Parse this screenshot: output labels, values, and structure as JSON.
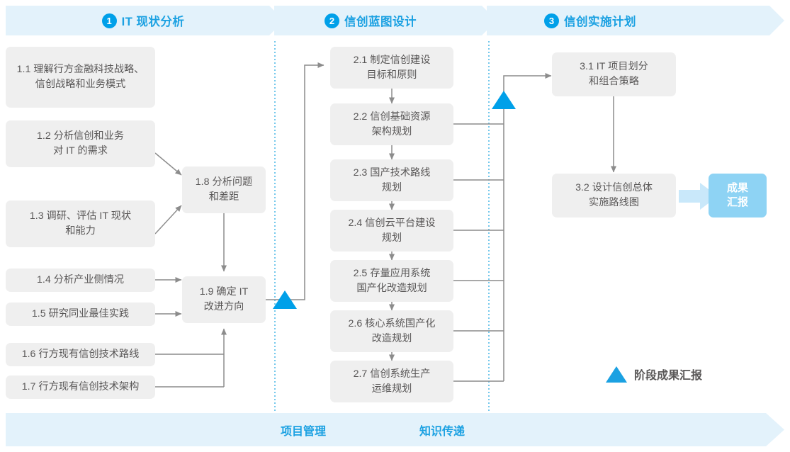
{
  "phases": [
    {
      "num": "1",
      "label": "IT 现状分析"
    },
    {
      "num": "2",
      "label": "信创蓝图设计"
    },
    {
      "num": "3",
      "label": "信创实施计划"
    }
  ],
  "phase1_nodes": [
    {
      "id": "1.1",
      "text": "1.1 理解行方金融科技战略、\n信创战略和业务模式"
    },
    {
      "id": "1.2",
      "text": "1.2 分析信创和业务\n对 IT 的需求"
    },
    {
      "id": "1.3",
      "text": "1.3 调研、评估 IT 现状\n和能力"
    },
    {
      "id": "1.4",
      "text": "1.4 分析产业侧情况"
    },
    {
      "id": "1.5",
      "text": "1.5 研究同业最佳实践"
    },
    {
      "id": "1.6",
      "text": "1.6 行方现有信创技术路线"
    },
    {
      "id": "1.7",
      "text": "1.7 行方现有信创技术架构"
    },
    {
      "id": "1.8",
      "text": "1.8 分析问题\n和差距"
    },
    {
      "id": "1.9",
      "text": "1.9 确定 IT\n改进方向"
    }
  ],
  "phase2_nodes": [
    {
      "id": "2.1",
      "text": "2.1 制定信创建设\n目标和原则"
    },
    {
      "id": "2.2",
      "text": "2.2 信创基础资源\n架构规划"
    },
    {
      "id": "2.3",
      "text": "2.3 国产技术路线\n规划"
    },
    {
      "id": "2.4",
      "text": "2.4 信创云平台建设\n规划"
    },
    {
      "id": "2.5",
      "text": "2.5 存量应用系统\n国产化改造规划"
    },
    {
      "id": "2.6",
      "text": "2.6 核心系统国产化\n改造规划"
    },
    {
      "id": "2.7",
      "text": "2.7 信创系统生产\n运维规划"
    }
  ],
  "phase3_nodes": [
    {
      "id": "3.1",
      "text": "3.1 IT 项目划分\n和组合策略"
    },
    {
      "id": "3.2",
      "text": "3.2 设计信创总体\n实施路线图"
    }
  ],
  "result": {
    "text": "成果\n汇报"
  },
  "legend": {
    "text": "阶段成果汇报"
  },
  "bottom_banner": [
    {
      "text": "项目管理"
    },
    {
      "text": "知识传递"
    }
  ],
  "colors": {
    "accent_blue": "#1ba1e2",
    "dot_blue": "#00a0e9",
    "banner_fill": "#e3f2fb",
    "result_fill": "#8ed3f4",
    "node_fill": "#efefef",
    "node_text": "#595757",
    "connector_grey": "#8c8c8c",
    "dashed_blue": "#29abe2"
  }
}
